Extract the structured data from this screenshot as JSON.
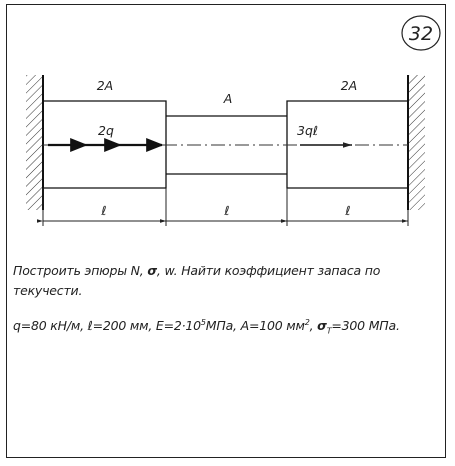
{
  "problem_number": "32",
  "diagram": {
    "left_area_label": "2A",
    "middle_area_label": "A",
    "right_area_label": "2A",
    "distributed_load_label": "2q",
    "right_load_label": "3qℓ",
    "length_labels": [
      "ℓ",
      "ℓ",
      "ℓ"
    ]
  },
  "text": {
    "task_line1_a": "Построить эпюры N, ",
    "sigma": "σ",
    "task_line1_b": ", w. Найти коэффициент запаса по",
    "task_line2": "текучести.",
    "data_a": "q=80 кН/м, ℓ=200 мм, E=2·10",
    "data_exp5": "5",
    "data_b": "МПа, A=100 мм",
    "data_exp2": "2",
    "data_c": ", ",
    "sigma_t": "σ",
    "sub_t": "Т",
    "data_d": "=300 МПа."
  }
}
